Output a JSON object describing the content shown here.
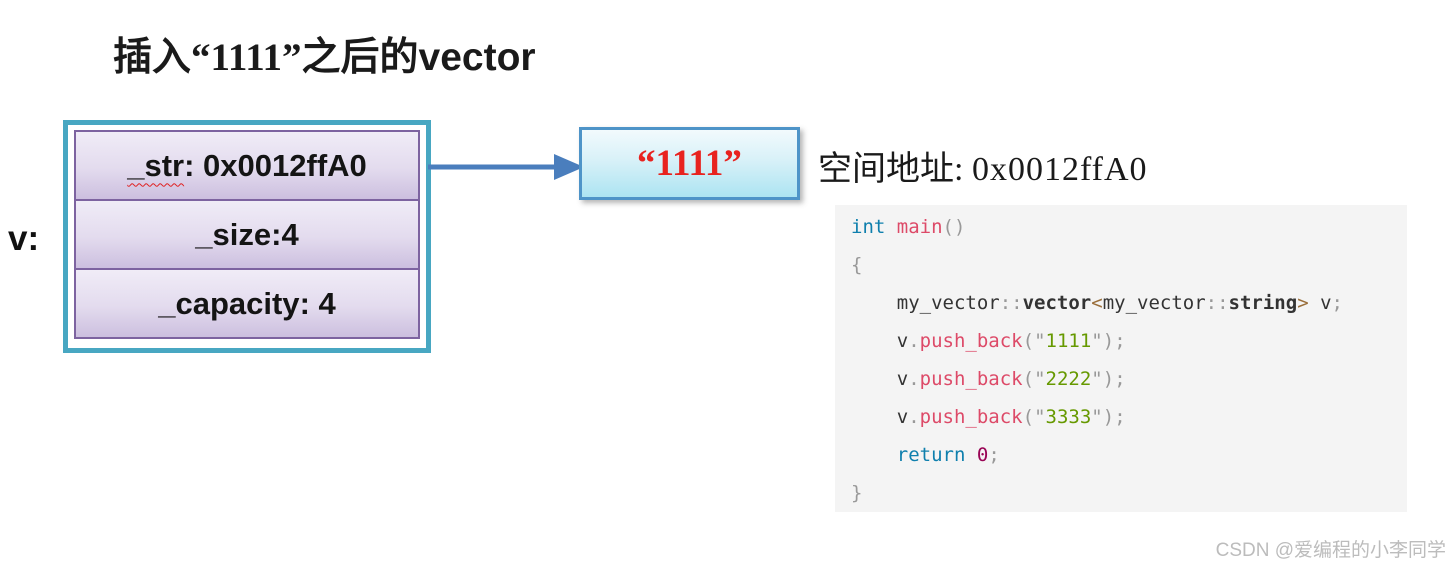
{
  "title": {
    "prefix": "插入“1111”之后的",
    "suffix": "vector"
  },
  "diagram": {
    "var_label": "v:",
    "fields": [
      {
        "name": "_str",
        "rest": ": 0x0012ffA0"
      },
      {
        "name": "_size",
        "rest": ":4"
      },
      {
        "name": "_capacity",
        "rest": ": 4"
      }
    ],
    "heap_value": "“1111”",
    "address_label": "空间地址: ",
    "address_value": "0x0012ffA0"
  },
  "colors": {
    "box_outer_border": "#48a7c2",
    "box_row_border": "#7d63a0",
    "box_row_fill": "#e3dbee",
    "arrow": "#4a7ebd",
    "heap_box_border": "#4e94c8",
    "heap_box_fill": "#ace4f2",
    "heap_text": "#e8231f",
    "code_background": "#f4f4f4",
    "code_keyword": "#0e7fad",
    "code_function": "#dd4a68",
    "code_string": "#669900",
    "code_number": "#990555",
    "code_operator": "#9a6e3a",
    "code_punctuation": "#999999"
  },
  "code": {
    "lines": [
      [
        {
          "t": "int",
          "c": "kw"
        },
        {
          "t": " ",
          "c": "pl"
        },
        {
          "t": "main",
          "c": "fn"
        },
        {
          "t": "()",
          "c": "pun"
        }
      ],
      [
        {
          "t": "{",
          "c": "pun"
        }
      ],
      [
        {
          "t": "    ",
          "c": "pl"
        },
        {
          "t": "my_vector",
          "c": "pl"
        },
        {
          "t": "::",
          "c": "pun"
        },
        {
          "t": "vector",
          "c": "cls"
        },
        {
          "t": "<",
          "c": "op"
        },
        {
          "t": "my_vector",
          "c": "pl"
        },
        {
          "t": "::",
          "c": "pun"
        },
        {
          "t": "string",
          "c": "cls"
        },
        {
          "t": ">",
          "c": "op"
        },
        {
          "t": " v",
          "c": "pl"
        },
        {
          "t": ";",
          "c": "pun"
        }
      ],
      [
        {
          "t": "    ",
          "c": "pl"
        },
        {
          "t": "v",
          "c": "pl"
        },
        {
          "t": ".",
          "c": "pun"
        },
        {
          "t": "push_back",
          "c": "fn"
        },
        {
          "t": "(",
          "c": "pun"
        },
        {
          "t": "\"",
          "c": "pun"
        },
        {
          "t": "1111",
          "c": "str"
        },
        {
          "t": "\"",
          "c": "pun"
        },
        {
          "t": ")",
          "c": "pun"
        },
        {
          "t": ";",
          "c": "pun"
        }
      ],
      [
        {
          "t": "    ",
          "c": "pl"
        },
        {
          "t": "v",
          "c": "pl"
        },
        {
          "t": ".",
          "c": "pun"
        },
        {
          "t": "push_back",
          "c": "fn"
        },
        {
          "t": "(",
          "c": "pun"
        },
        {
          "t": "\"",
          "c": "pun"
        },
        {
          "t": "2222",
          "c": "str"
        },
        {
          "t": "\"",
          "c": "pun"
        },
        {
          "t": ")",
          "c": "pun"
        },
        {
          "t": ";",
          "c": "pun"
        }
      ],
      [
        {
          "t": "    ",
          "c": "pl"
        },
        {
          "t": "v",
          "c": "pl"
        },
        {
          "t": ".",
          "c": "pun"
        },
        {
          "t": "push_back",
          "c": "fn"
        },
        {
          "t": "(",
          "c": "pun"
        },
        {
          "t": "\"",
          "c": "pun"
        },
        {
          "t": "3333",
          "c": "str"
        },
        {
          "t": "\"",
          "c": "pun"
        },
        {
          "t": ")",
          "c": "pun"
        },
        {
          "t": ";",
          "c": "pun"
        }
      ],
      [
        {
          "t": "    ",
          "c": "pl"
        },
        {
          "t": "return",
          "c": "kw"
        },
        {
          "t": " ",
          "c": "pl"
        },
        {
          "t": "0",
          "c": "num"
        },
        {
          "t": ";",
          "c": "pun"
        }
      ],
      [
        {
          "t": "}",
          "c": "pun"
        }
      ]
    ]
  },
  "watermark": "CSDN @爱编程的小李同学"
}
